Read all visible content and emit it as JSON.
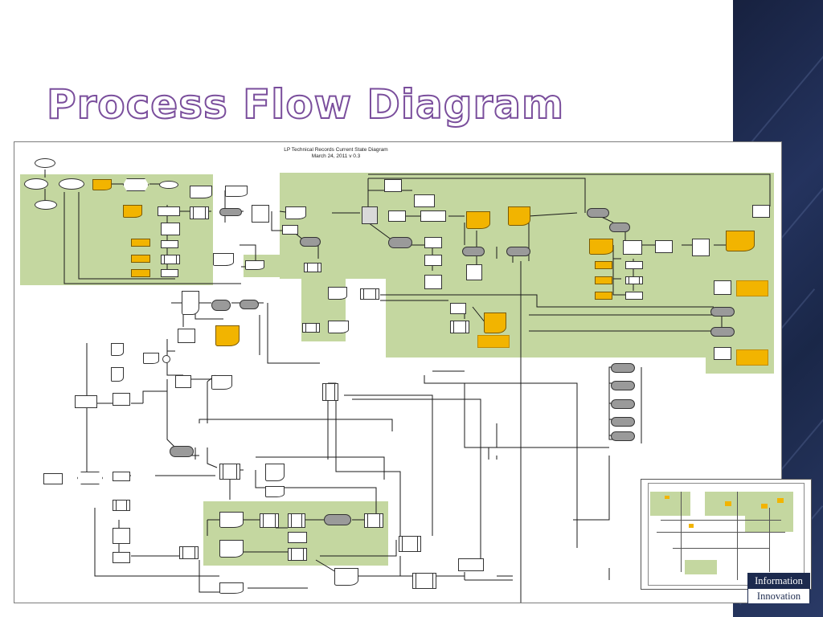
{
  "slide": {
    "title": "Process Flow Diagram"
  },
  "diagram": {
    "title_line1": "LP Technical Records Current State Diagram",
    "title_line2": "March 24, 2011 v 0.3"
  },
  "logo": {
    "line1": "Information",
    "line2": "Innovation"
  },
  "colors": {
    "zone_green": "#c4d7a0",
    "document_orange": "#f2b400",
    "process_gray": "#9a9a9a",
    "title_outline": "#7a4e9c",
    "side_band": "#1c2a4e"
  }
}
